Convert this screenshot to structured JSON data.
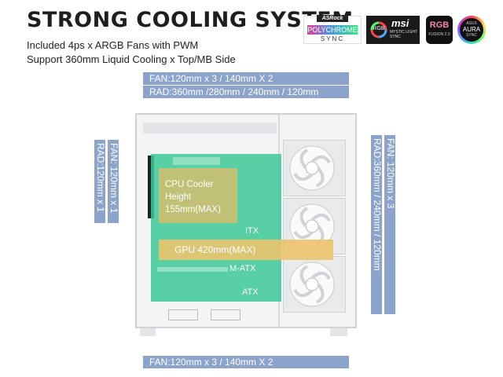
{
  "header": {
    "title": "STRONG COOLING SYSTEM",
    "line1": "Included 4ps x ARGB Fans with PWM",
    "line2": "Support 360mm Liquid Cooling x Top/MB Side"
  },
  "logos": {
    "asrock_top": "ASRock",
    "asrock_main": "POLYCHROME",
    "asrock_sub": "SYNC",
    "rgb_badge": "RGB",
    "msi_main": "msi",
    "msi_sub": "MYSTIC LIGHT SYNC",
    "gigabyte_main": "RGB",
    "gigabyte_sub": "FUSION 2.0",
    "asus_top": "ASUS",
    "asus_main": "AURA",
    "asus_sub": "SYNC"
  },
  "top_bars": {
    "fan": "FAN:120mm x 3 / 140mm X 2",
    "rad": "RAD:360mm /280mm / 240mm / 120mm"
  },
  "left_bars": {
    "fan": "FAN: 120mm x 1",
    "rad": "RAD:120mm x 1"
  },
  "right_bars": {
    "fan": "FAN: 120mm x 3",
    "rad": "RAD:360mm / 240mm / 120mm"
  },
  "bottom_bar": {
    "fan": "FAN:120mm x 3 / 140mm X 2"
  },
  "case_labels": {
    "cpu_line1": "CPU Cooler",
    "cpu_line2": "Height",
    "cpu_line3": "155mm(MAX)",
    "itx": "ITX",
    "gpu": "GPU 420mm(MAX)",
    "matx": "M-ATX",
    "atx": "ATX"
  },
  "colors": {
    "bar": "#8ca4cc",
    "board_green": "#3cc896",
    "gpu_amber": "#ebc36e"
  }
}
